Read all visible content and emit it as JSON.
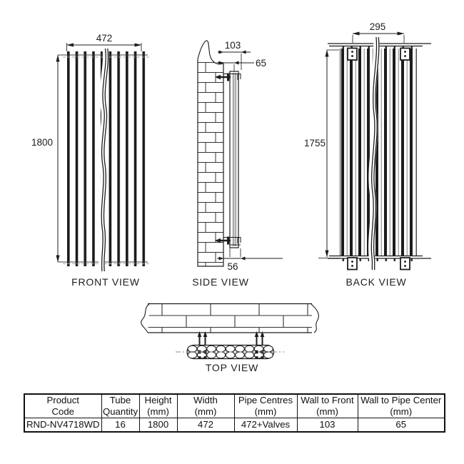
{
  "drawing": {
    "front": {
      "label": "FRONT VIEW",
      "width_dim": "472",
      "height_dim": "1800"
    },
    "side": {
      "label": "SIDE VIEW",
      "wall_to_front_dim": "103",
      "wall_to_pipe_center_dim": "65",
      "wall_to_back_dim": "56"
    },
    "back": {
      "label": "BACK VIEW",
      "bracket_centres_dim": "295",
      "bracket_height_dim": "1755"
    },
    "top": {
      "label": "TOP VIEW"
    }
  },
  "table": {
    "headers": [
      {
        "line1": "Product",
        "line2": "Code"
      },
      {
        "line1": "Tube",
        "line2": "Quantity"
      },
      {
        "line1": "Height",
        "line2": "(mm)"
      },
      {
        "line1": "Width",
        "line2": "(mm)"
      },
      {
        "line1": "Pipe Centres",
        "line2": "(mm)"
      },
      {
        "line1": "Wall to Front",
        "line2": "(mm)"
      },
      {
        "line1": "Wall to Pipe Center",
        "line2": "(mm)"
      }
    ],
    "row": {
      "product_code": "RND-NV4718WD",
      "tube_quantity": "16",
      "height_mm": "1800",
      "width_mm": "472",
      "pipe_centres_mm": "472+Valves",
      "wall_to_front_mm": "103",
      "wall_to_pipe_center_mm": "65"
    }
  },
  "colors": {
    "line": "#1d1d1d",
    "light_line": "#9a9a9a",
    "background": "#ffffff"
  }
}
